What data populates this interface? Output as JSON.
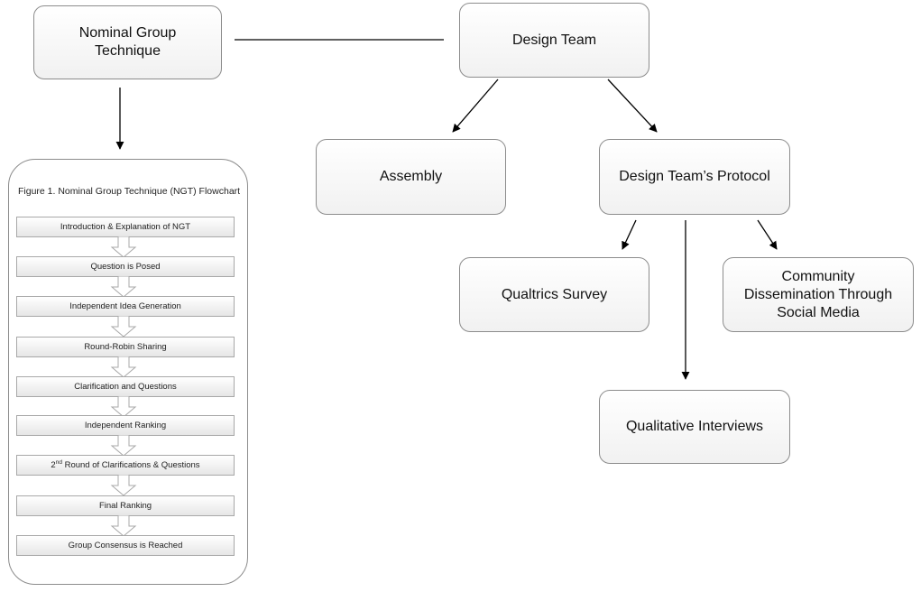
{
  "nodes": {
    "ngt": "Nominal Group\nTechnique",
    "design_team": "Design Team",
    "assembly": "Assembly",
    "protocol": "Design Team’s Protocol",
    "qualtrics": "Qualtrics Survey",
    "community": "Community\nDissemination Through\nSocial Media",
    "interviews": "Qualitative Interviews"
  },
  "flowchart": {
    "title": "Figure 1. Nominal Group Technique (NGT) Flowchart",
    "steps": [
      "Introduction & Explanation of NGT",
      "Question is Posed",
      "Independent Idea Generation",
      "Round-Robin Sharing",
      "Clarification and Questions",
      "Independent Ranking",
      "Final Ranking",
      "Group Consensus is Reached"
    ],
    "step7": {
      "pre": "2",
      "sup": "nd",
      "post": " Round of Clarifications & Questions"
    }
  },
  "colors": {
    "border": "#8c8c8c",
    "line": "#000000",
    "box_fill": "#f1f1f1"
  }
}
